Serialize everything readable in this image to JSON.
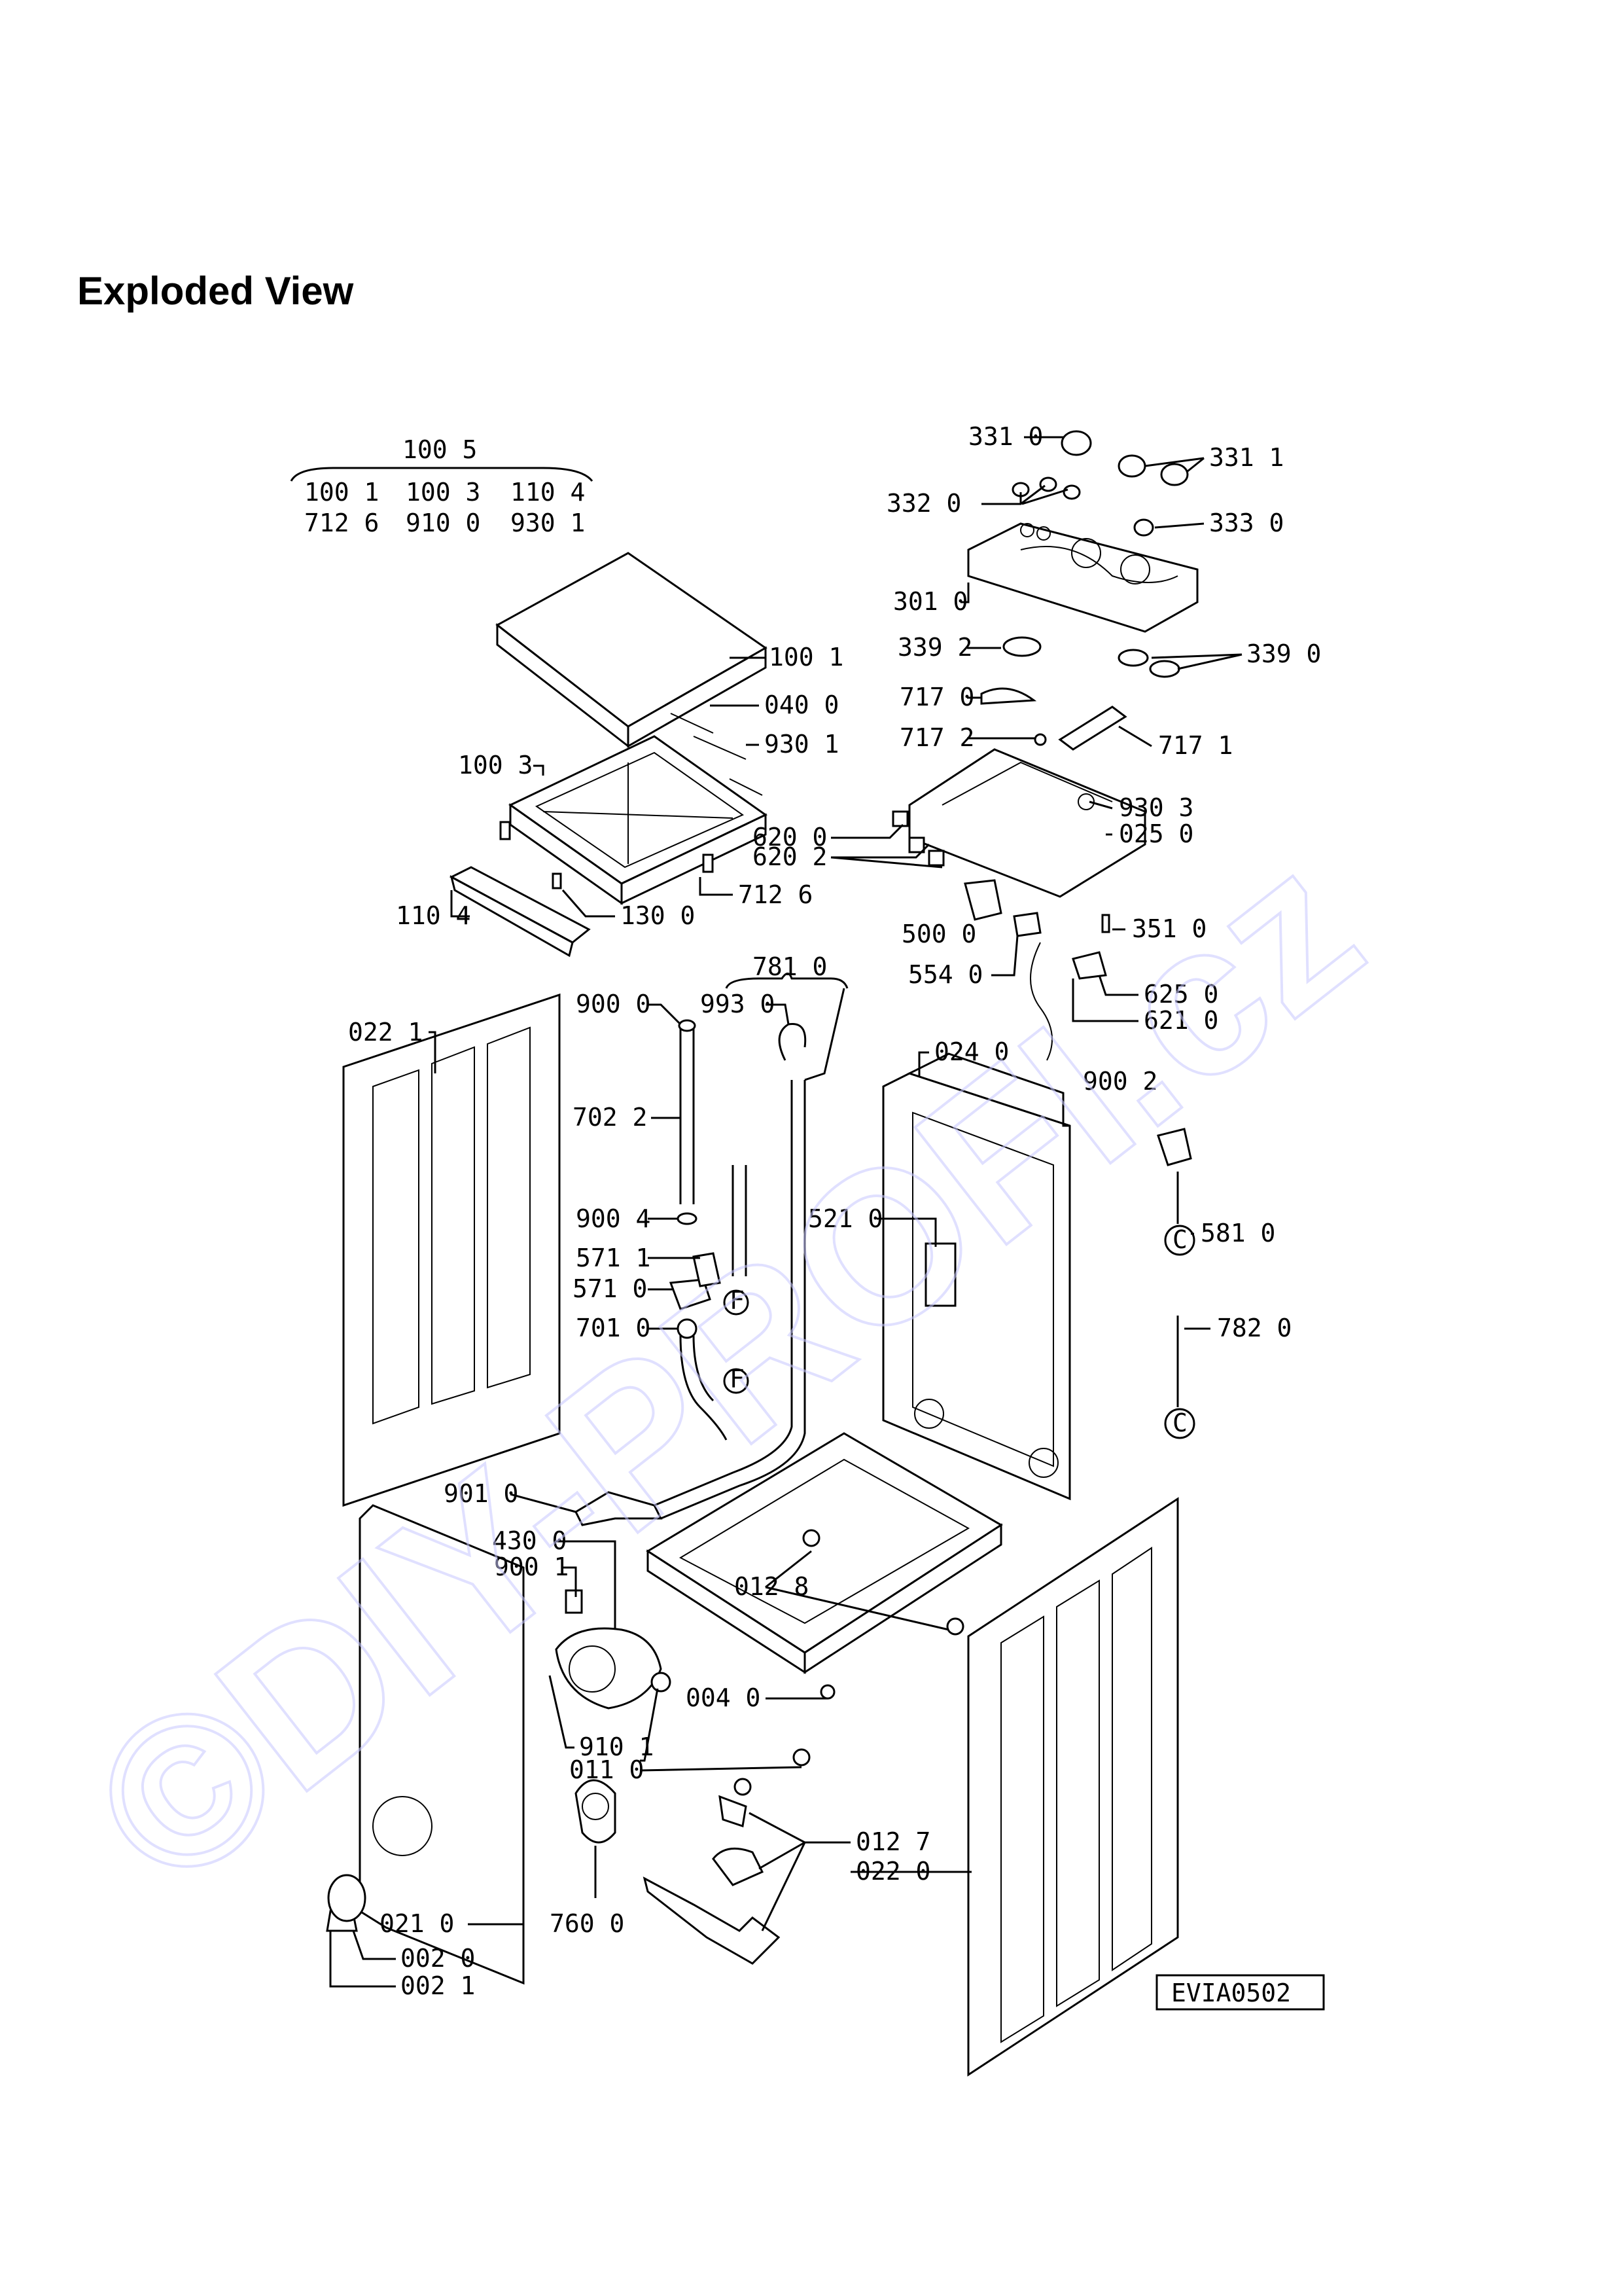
{
  "page": {
    "title": "Exploded View"
  },
  "diagram": {
    "code": "EVIA0502",
    "watermark": "©DIY-PROFI.cz",
    "connector_mark_c": "C",
    "connector_mark_f": "F",
    "header_group": {
      "top": "100 5",
      "row1": [
        "100 1",
        "100 3",
        "110 4"
      ],
      "row2": [
        "712 6",
        "910 0",
        "930 1"
      ]
    },
    "kit_781": "781 0",
    "labels": {
      "l3310": "331 0",
      "l3311": "331 1",
      "l3320": "332 0",
      "l3330": "333 0",
      "l3010": "301 0",
      "l3392": "339 2",
      "l3390": "339 0",
      "l7170": "717 0",
      "l7172": "717 2",
      "l7171": "717 1",
      "l9303": "930 3",
      "l0250": "025 0",
      "l5000": "500 0",
      "l3510": "351 0",
      "l5540": "554 0",
      "l6250": "625 0",
      "l6210": "621 0",
      "l1001": "100 1",
      "l0400": "040 0",
      "l9301": "930 1",
      "l1003": "100 3",
      "l6200": "620 0",
      "l6202": "620 2",
      "l7126": "712 6",
      "l1104": "110 4",
      "l1300": "130 0",
      "l9000": "900 0",
      "l9930": "993 0",
      "l0221": "022 1",
      "l7022": "702 2",
      "l9004": "900 4",
      "l5711": "571 1",
      "l5710": "571 0",
      "l7010": "701 0",
      "l0240": "024 0",
      "l9002": "900 2",
      "l5210": "521 0",
      "l5810": "581 0",
      "l7820": "782 0",
      "l9010": "901 0",
      "l4300": "430 0",
      "l9001": "900 1",
      "l0128": "012 8",
      "l0040": "004 0",
      "l9101": "910 1",
      "l0110": "011 0",
      "l0127": "012 7",
      "l0220": "022 0",
      "l7600": "760 0",
      "l0210": "021 0",
      "l0020": "002 0",
      "l0021": "002 1"
    }
  }
}
